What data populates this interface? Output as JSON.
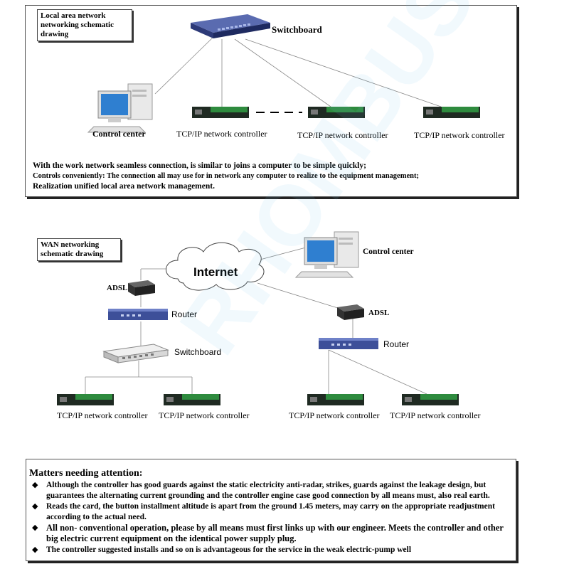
{
  "lan": {
    "title": "Local area network\nnetworking schematic\ndrawing",
    "switchboard": "Switchboard",
    "control_center": "Control center",
    "controllers": [
      "TCP/IP network controller",
      "TCP/IP network controller",
      "TCP/IP network controller"
    ],
    "notes": [
      "With the work network seamless connection, is similar to joins a computer to be simple quickly;",
      "Controls conveniently: The connection all may use for in network any computer to realize to the equipment management;",
      "Realization unified local area network management."
    ]
  },
  "wan": {
    "title": "WAN networking\nschematic drawing",
    "internet": "Internet",
    "control_center": "Control center",
    "adsl_left": "ADSL",
    "adsl_right": "ADSL",
    "router_left": "Router",
    "router_right": "Router",
    "switchboard": "Switchboard",
    "controllers": [
      "TCP/IP network controller",
      "TCP/IP network controller",
      "TCP/IP network controller",
      "TCP/IP network controller"
    ]
  },
  "attention": {
    "heading": "Matters needing attention:",
    "bullet": "◆",
    "items": [
      "Although the controller has good guards against the static electricity anti-radar, strikes, guards against the leakage design, but guarantees the alternating current grounding and the controller engine case good connection by all means must, also real earth.",
      "Reads the card, the button installment altitude is apart from the ground 1.45 meters, may carry on the appropriate readjustment according to the actual need.",
      "All non- conventional operation, please by all means must first links up with our engineer. Meets the controller and other big electric current equipment on the identical power supply plug.",
      "The controller suggested installs and so on is advantageous for the service in the weak electric-pump well"
    ]
  },
  "watermark": "RHOMBUS",
  "colors": {
    "panel_border": "#555555",
    "monitor_screen": "#2f7fd0",
    "device_dark": "#1f2a22",
    "device_terminal": "#2e8b3e",
    "router_blue": "#3d4f99",
    "switch_grey": "#d8d8d8"
  }
}
